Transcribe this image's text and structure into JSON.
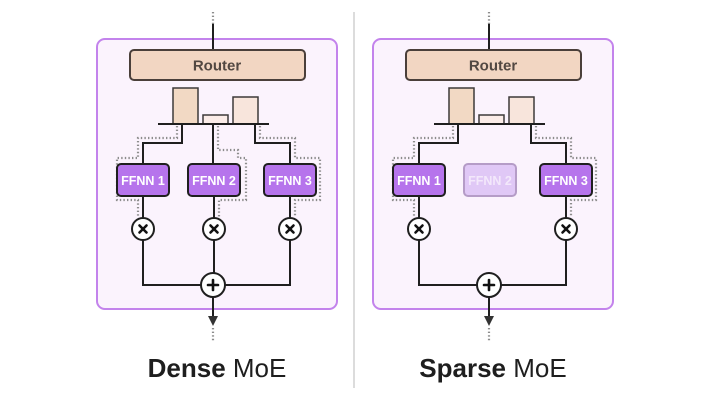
{
  "diagrams": [
    {
      "id": "dense",
      "title_bold": "Dense",
      "title_regular": " MoE",
      "router_label": "Router",
      "experts": [
        {
          "label": "FFNN 1",
          "active": true
        },
        {
          "label": "FFNN 2",
          "active": true
        },
        {
          "label": "FFNN 3",
          "active": true
        }
      ],
      "router_weights": [
        1.0,
        0.25,
        0.75
      ],
      "combine_symbol": "+",
      "scale_symbol": "×"
    },
    {
      "id": "sparse",
      "title_bold": "Sparse",
      "title_regular": " MoE",
      "router_label": "Router",
      "experts": [
        {
          "label": "FFNN 1",
          "active": true
        },
        {
          "label": "FFNN 2",
          "active": false
        },
        {
          "label": "FFNN 3",
          "active": true
        }
      ],
      "router_weights": [
        1.0,
        0.25,
        0.75
      ],
      "combine_symbol": "+",
      "scale_symbol": "×"
    }
  ],
  "colors": {
    "panel_fill": "#fbf3fd",
    "panel_border": "#c383ec",
    "router_fill": "#f2d6c2",
    "expert_active": "#b674ec",
    "expert_inactive": "#e0c8f6"
  }
}
